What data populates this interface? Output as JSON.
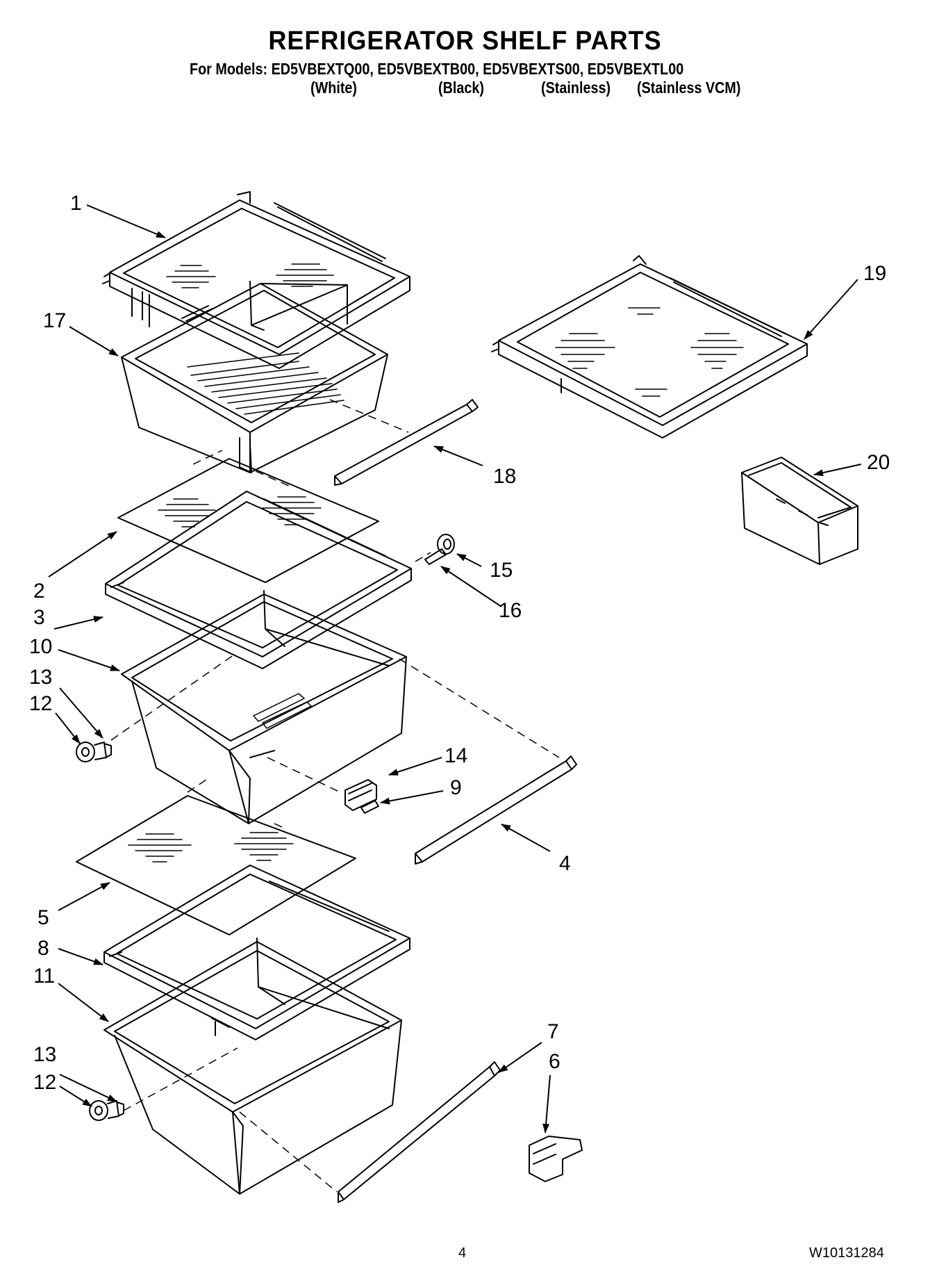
{
  "header": {
    "title": "REFRIGERATOR SHELF PARTS",
    "models_line": "For Models: ED5VBEXTQ00, ED5VBEXTB00, ED5VBEXTS00, ED5VBEXTL00",
    "variants": [
      "(White)",
      "(Black)",
      "(Stainless)",
      "(Stainless VCM)"
    ]
  },
  "callouts": [
    "1",
    "17",
    "18",
    "19",
    "20",
    "2",
    "3",
    "15",
    "16",
    "10",
    "13",
    "12",
    "14",
    "9",
    "4",
    "5",
    "8",
    "11",
    "7",
    "6",
    "13",
    "12"
  ],
  "footer": {
    "page_number": "4",
    "document_number": "W10131284"
  },
  "colors": {
    "ink": "#000000",
    "paper": "#ffffff"
  }
}
